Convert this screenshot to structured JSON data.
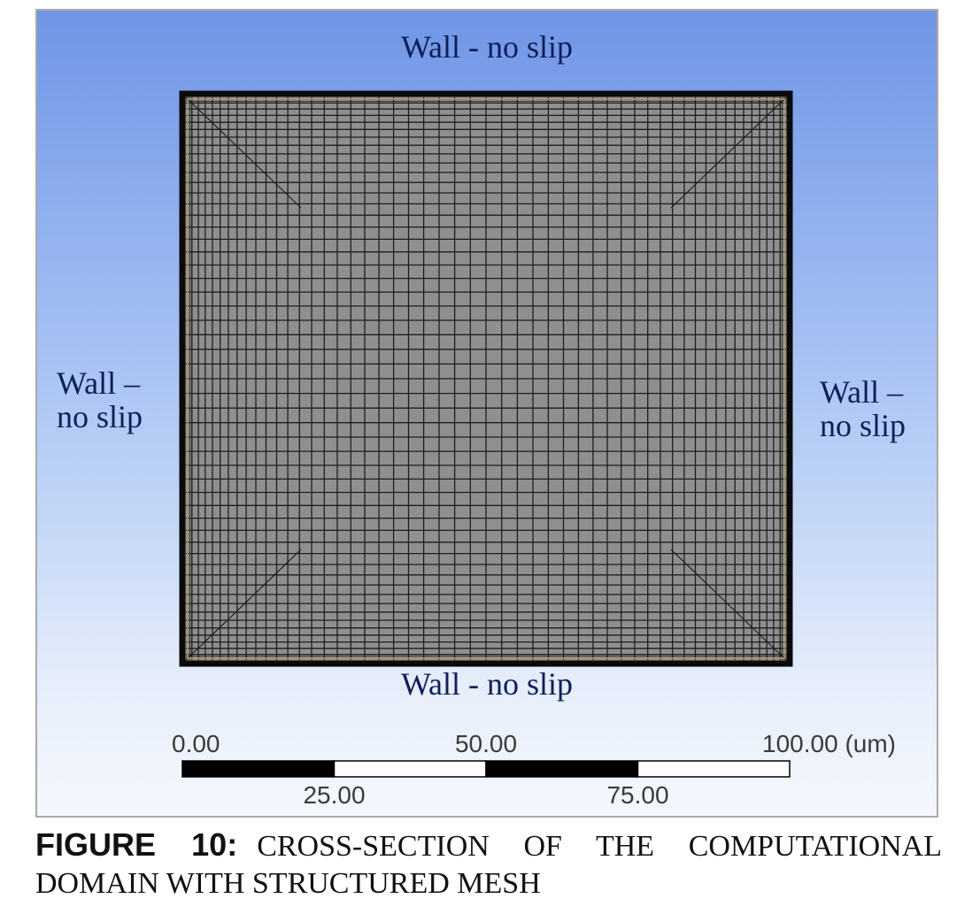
{
  "figure": {
    "wall_top": "Wall - no slip",
    "wall_bottom": "Wall - no slip",
    "wall_left": "Wall –\nno slip",
    "wall_right": "Wall –\nno slip"
  },
  "scale_bar": {
    "ticks": [
      {
        "value": 0,
        "label": "0.00",
        "position": "top"
      },
      {
        "value": 25,
        "label": "25.00",
        "position": "bottom"
      },
      {
        "value": 50,
        "label": "50.00",
        "position": "top"
      },
      {
        "value": 75,
        "label": "75.00",
        "position": "bottom"
      },
      {
        "value": 100,
        "label": "100.00 (um)",
        "position": "top"
      }
    ],
    "max": 100
  },
  "caption": {
    "label": "FIGURE 10:",
    "text": "CROSS-SECTION OF THE COMPUTATIONAL DOMAIN WITH STRUCTURED MESH"
  },
  "colors": {
    "mesh_fill": "#8f8f8f",
    "mesh_line": "#1e1e1e",
    "mesh_border": "#0a0a0a",
    "mesh_inner_edge": "#b8a46a"
  }
}
